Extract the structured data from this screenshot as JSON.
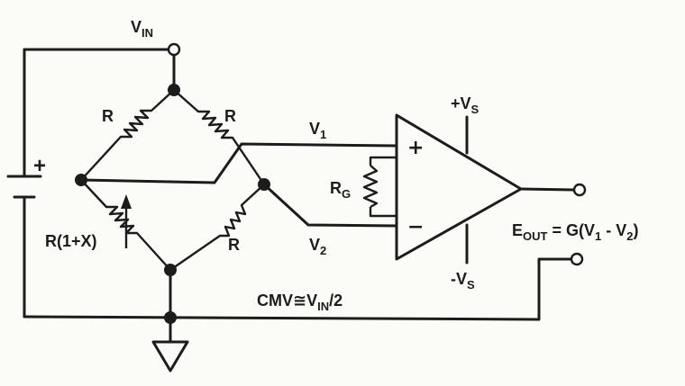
{
  "labels": {
    "vin": "V",
    "vin_sub": "IN",
    "r_top_left": "R",
    "r_top_right": "R",
    "r_bottom_right": "R",
    "r_variable": "R(1+X)",
    "v1": "V",
    "v1_sub": "1",
    "v2": "V",
    "v2_sub": "2",
    "rg": "R",
    "rg_sub": "G",
    "plus_vs": "+V",
    "plus_vs_sub": "S",
    "minus_vs": "-V",
    "minus_vs_sub": "S",
    "eout": "E",
    "eout_sub": "OUT",
    "eout_eq_a": " = G(V",
    "eout_eq_sub1": "1",
    "eout_eq_b": " - V",
    "eout_eq_sub2": "2",
    "eout_eq_c": ")",
    "cmv_a": "CMV",
    "cmv_approx": "≅",
    "cmv_b": "V",
    "cmv_sub": "IN",
    "cmv_c": "/2",
    "battery_plus": "+",
    "opamp_plus": "+",
    "opamp_minus": "−"
  },
  "colors": {
    "ink": "#1c1c1c",
    "paper": "#fbfbf8"
  }
}
